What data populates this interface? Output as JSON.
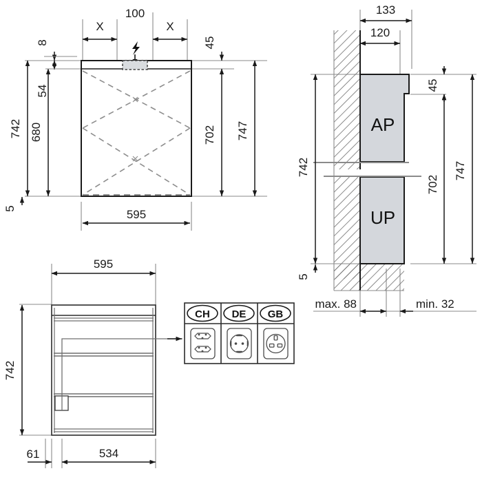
{
  "drawing": {
    "title": "Mirror cabinet installation dimensions",
    "units": "mm",
    "line_color": "#1a1a1a",
    "thin_line_color": "#7d7d7d",
    "fill_gray": "#d4d7dc",
    "socket_fill": "#ffffff"
  },
  "view_front": {
    "name": "front-elevation",
    "dims": {
      "x_left": "X",
      "x_right": "X",
      "top_center_width": "100",
      "d_8": "8",
      "d_54": "54",
      "d_680": "680",
      "d_742": "742",
      "d_5": "5",
      "d_45": "45",
      "d_702": "702",
      "d_747": "747",
      "width_595": "595"
    },
    "symbols": {
      "electric": "lightning-bolt",
      "junction_box": "recessed-outlet-box"
    }
  },
  "view_section": {
    "name": "wall-section",
    "labels": {
      "ap": "AP",
      "up": "UP"
    },
    "dims": {
      "d_133": "133",
      "d_120": "120",
      "d_45": "45",
      "d_742": "742",
      "d_702": "702",
      "d_747": "747",
      "d_5": "5",
      "max_88": "max. 88",
      "min_32": "min. 32"
    }
  },
  "view_side": {
    "name": "side-elevation",
    "dims": {
      "width_595": "595",
      "height_742": "742",
      "depth_61": "61",
      "depth_534": "534"
    }
  },
  "socket_table": {
    "name": "socket-type-table",
    "columns": [
      {
        "code": "CH",
        "socket": "ch-socket-icon"
      },
      {
        "code": "DE",
        "socket": "de-socket-icon"
      },
      {
        "code": "GB",
        "socket": "gb-socket-icon"
      }
    ]
  }
}
